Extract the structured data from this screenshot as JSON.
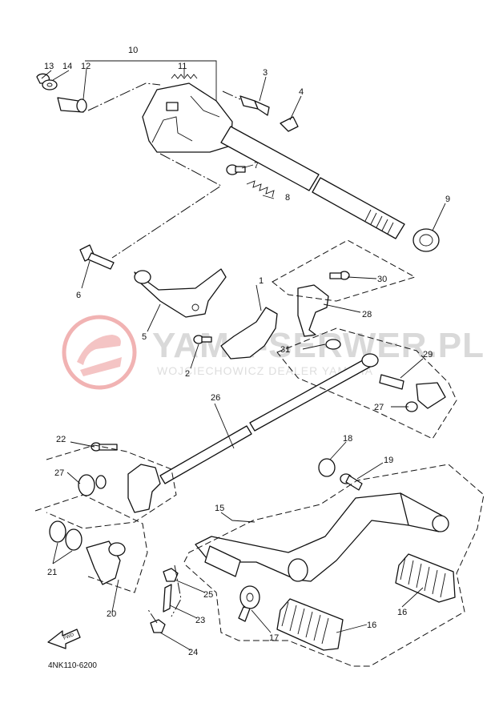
{
  "diagram": {
    "callouts": [
      "1",
      "2",
      "3",
      "4",
      "5",
      "6",
      "7",
      "8",
      "9",
      "10",
      "11",
      "12",
      "13",
      "14",
      "15",
      "16",
      "16",
      "17",
      "18",
      "19",
      "20",
      "21",
      "22",
      "23",
      "24",
      "25",
      "26",
      "27",
      "27",
      "28",
      "29",
      "30",
      "31"
    ],
    "drawing_code": "4NK110-6200",
    "fwd_label": "FWD"
  },
  "watermark": {
    "main": "YAMA-SERWER.PL",
    "sub": "WOJCIECHOWICZ DEALER YAMAHA"
  }
}
